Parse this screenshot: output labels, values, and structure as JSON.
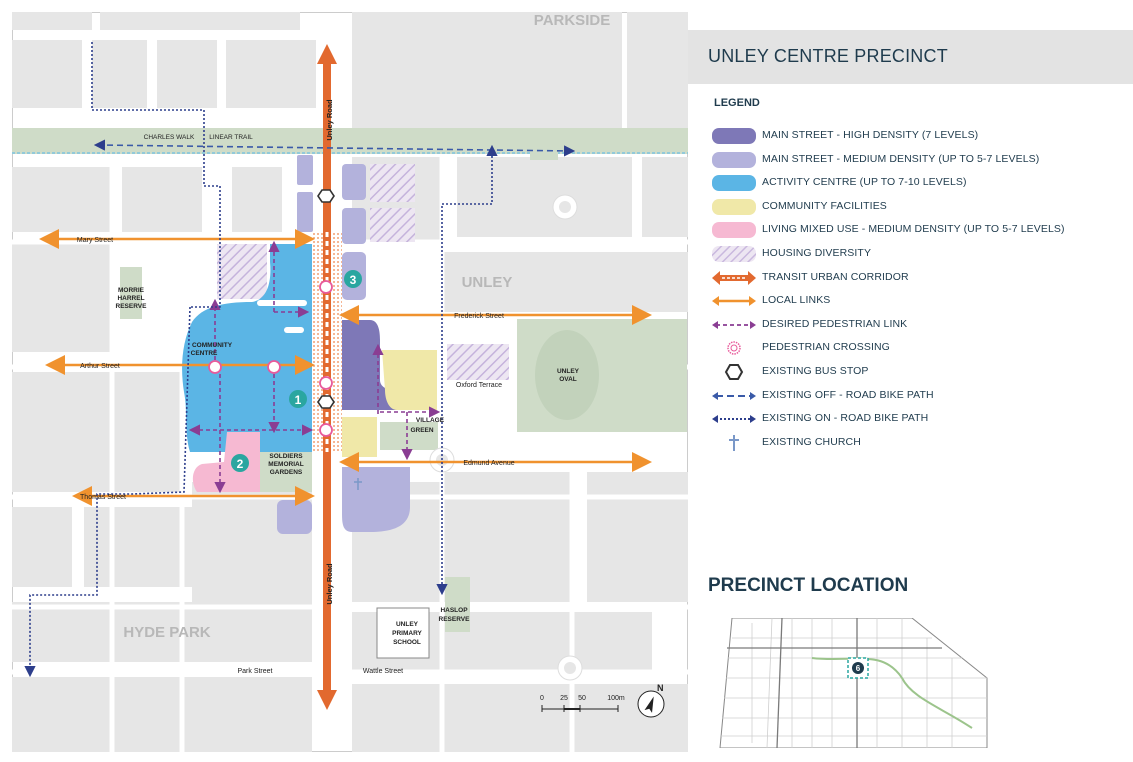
{
  "title": "UNLEY CENTRE PRECINCT",
  "legend": {
    "heading": "LEGEND",
    "items": [
      {
        "label": "MAIN STREET - HIGH DENSITY (7 LEVELS)",
        "symbol": "main-street-high-density",
        "color": "#7e78b7"
      },
      {
        "label": "MAIN STREET - MEDIUM DENSITY (UP TO 5-7 LEVELS)",
        "symbol": "main-street-medium-density",
        "color": "#b3b2dc"
      },
      {
        "label": "ACTIVITY CENTRE (UP TO 7-10 LEVELS)",
        "symbol": "activity-centre",
        "color": "#5bb5e5"
      },
      {
        "label": "COMMUNITY FACILITIES",
        "symbol": "community-facilities",
        "color": "#f0e8a8"
      },
      {
        "label": "LIVING MIXED USE - MEDIUM DENSITY (UP TO 5-7 LEVELS)",
        "symbol": "living-mixed-use",
        "color": "#f6b9d2"
      },
      {
        "label": "HOUSING DIVERSITY",
        "symbol": "housing-diversity-hatch",
        "color": "#c9b8de"
      },
      {
        "label": "TRANSIT URBAN CORRIDOR",
        "symbol": "transit-corridor-arrow",
        "color": "#e2692f"
      },
      {
        "label": "LOCAL LINKS",
        "symbol": "local-links-arrow",
        "color": "#f0922e"
      },
      {
        "label": "DESIRED PEDESTRIAN LINK",
        "symbol": "pedestrian-link-arrow",
        "color": "#8a3d93"
      },
      {
        "label": "PEDESTRIAN CROSSING",
        "symbol": "pedestrian-crossing-icon",
        "color": "#e85a9b"
      },
      {
        "label": "EXISTING BUS STOP",
        "symbol": "bus-stop-icon",
        "color": "#333333"
      },
      {
        "label": "EXISTING OFF - ROAD BIKE PATH",
        "symbol": "off-road-bike-path",
        "color": "#3a5aa8"
      },
      {
        "label": "EXISTING ON - ROAD BIKE PATH",
        "symbol": "on-road-bike-path",
        "color": "#2d3e8c"
      },
      {
        "label": "EXISTING CHURCH",
        "symbol": "church-icon",
        "color": "#7a98c8"
      }
    ]
  },
  "map": {
    "suburbs": [
      "PARKSIDE",
      "UNLEY",
      "HYDE PARK"
    ],
    "roads": {
      "unley_road": "Unley Road",
      "mary_street": "Mary Street",
      "arthur_street": "Arthur Street",
      "thomas_street": "Thomas Street",
      "frederick_street": "Frederick Street",
      "oxford_terrace": "Oxford Terrace",
      "edmund_avenue": "Edmund Avenue",
      "park_street": "Park Street",
      "wattle_street": "Wattle Street"
    },
    "trail": {
      "name1": "CHARLES WALK",
      "name2": "LINEAR TRAIL"
    },
    "places": {
      "morrie_1": "MORRIE",
      "morrie_2": "HARREL",
      "morrie_3": "RESERVE",
      "community_1": "COMMUNITY",
      "community_2": "CENTRE",
      "soldiers_1": "SOLDIERS",
      "soldiers_2": "MEMORIAL",
      "soldiers_3": "GARDENS",
      "village_1": "VILLAGE",
      "village_2": "GREEN",
      "oval_1": "UNLEY",
      "oval_2": "OVAL",
      "school_1": "UNLEY",
      "school_2": "PRIMARY",
      "school_3": "SCHOOL",
      "haslop_1": "HASLOP",
      "haslop_2": "RESERVE"
    },
    "markers": [
      "1",
      "2",
      "3"
    ],
    "scale": {
      "t0": "0",
      "t1": "25",
      "t2": "50",
      "t3": "100m"
    },
    "north": "N"
  },
  "location": {
    "title": "PRECINCT LOCATION",
    "marker": "6"
  }
}
